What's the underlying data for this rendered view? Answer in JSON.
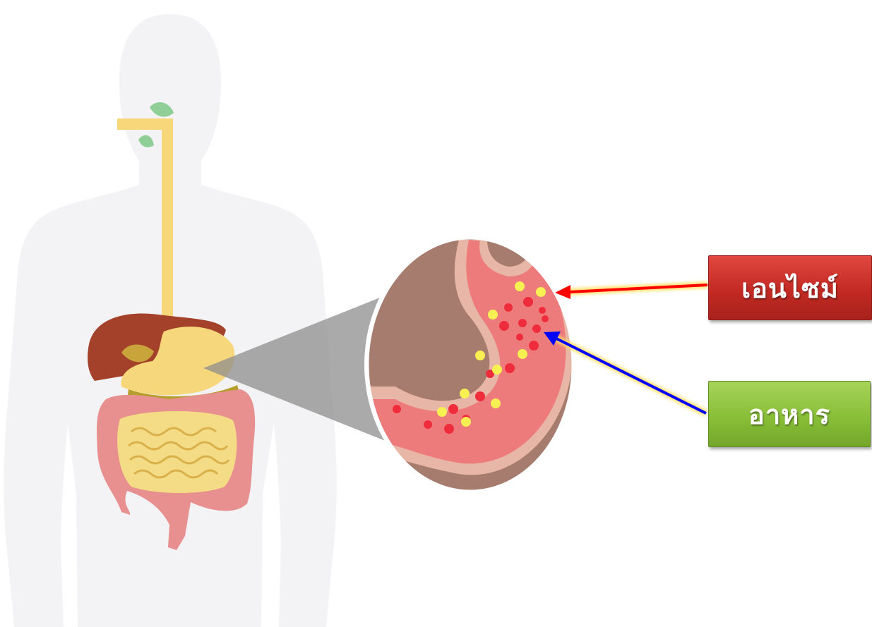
{
  "labels": {
    "enzyme": "เอนไซม์",
    "food": "อาหาร"
  },
  "colors": {
    "enzyme_box": "#c32a23",
    "food_box": "#89bf38",
    "enzyme_arrow": "#ff0000",
    "food_arrow": "#0000ff",
    "body_silhouette": "#f3f2f4",
    "stomach_lining": "#ee7b7b",
    "stomach_wall_bg": "#a67c6e",
    "enzyme_dot": "#ef2c3c",
    "food_dot": "#f7f052"
  },
  "icons": {
    "body": "human-body-silhouette",
    "digestive_system": "digestive-organs",
    "magnifier": "stomach-closeup-lens"
  }
}
